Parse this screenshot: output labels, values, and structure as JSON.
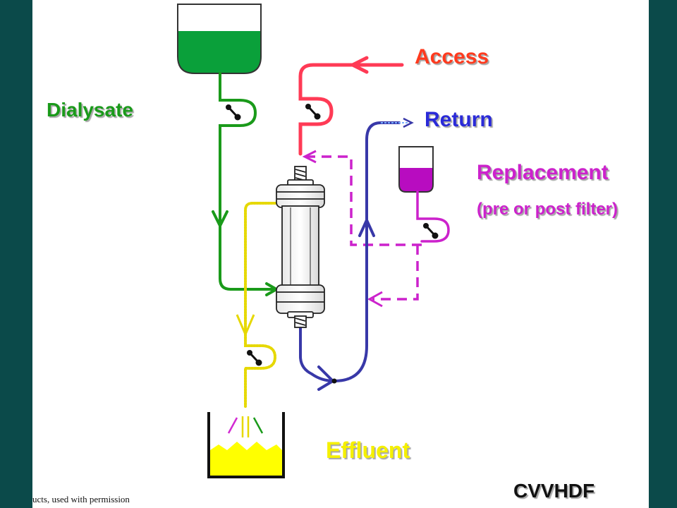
{
  "labels": {
    "dialysate": "Dialysate",
    "access": "Access",
    "return": "Return",
    "replacement": "Replacement",
    "replacement_note": "(pre or post filter)",
    "effluent": "Effluent",
    "mode": "CVVHDF",
    "credit": "ucts, used with permission"
  },
  "colors": {
    "background": "#0b4a4a",
    "dialysate": "#1a9a1a",
    "access": "#ff3a1e",
    "return": "#2a2ad8",
    "replacement": "#cc22cc",
    "effluent": "#f5f000"
  }
}
